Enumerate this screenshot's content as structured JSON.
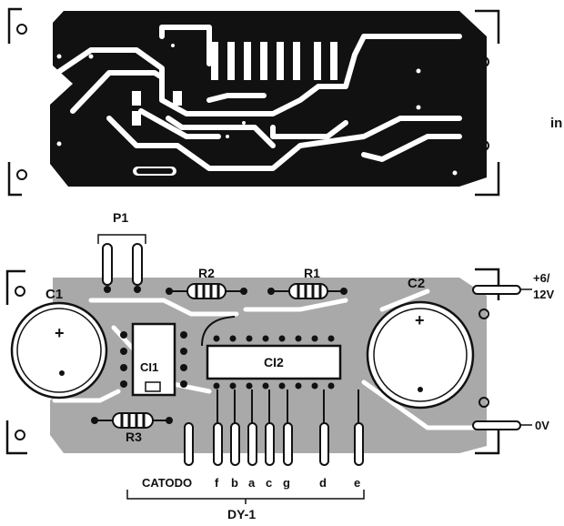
{
  "colors": {
    "ink": "#111111",
    "trace_gray": "#a9a9a9",
    "paper": "#ffffff"
  },
  "side_text": "in",
  "components": {
    "p1": "P1",
    "r1": "R1",
    "r2": "R2",
    "r3": "R3",
    "c1": "C1",
    "c2": "C2",
    "ci1": "CI1",
    "ci2": "CI2",
    "c1_polarity": "+",
    "c2_polarity": "+"
  },
  "power": {
    "supply_label_line1": "+6/",
    "supply_label_line2": "12V",
    "ground_label": "0V"
  },
  "display": {
    "cathode_label": "CATODO",
    "pins": [
      "f",
      "b",
      "a",
      "c",
      "g",
      "d",
      "e"
    ],
    "name": "DY-1"
  }
}
